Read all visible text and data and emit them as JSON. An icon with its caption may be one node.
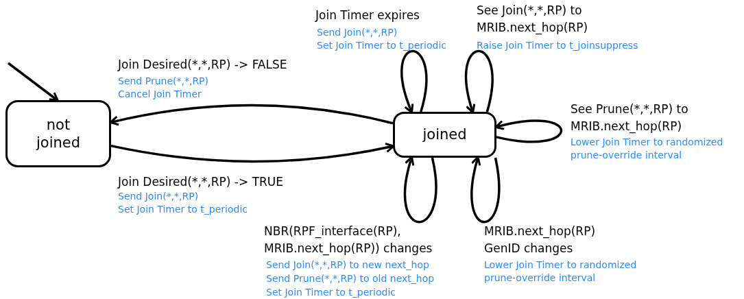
{
  "diagram": {
    "nodes": [
      {
        "text": [
          "not joined"
        ]
      },
      {
        "text": [
          "joined"
        ]
      }
    ],
    "edges": [
      {
        "from": null,
        "to": 0,
        "arrow": "to"
      },
      {
        "from": 1,
        "to": 0,
        "arrow": "to",
        "label": "Join Desired(*,*,RP) -> FALSE"
      },
      {
        "from": 0,
        "to": 1,
        "arrow": "to",
        "label": "Join Desired(*,*,RP) -> TRUE"
      },
      {
        "from": 1,
        "to": 1,
        "arrow": "to",
        "label": "Join Timer expires"
      },
      {
        "from": 1,
        "to": 1,
        "arrow": "to",
        "label": "See Join(*,*,RP) to MRIB.next_hop(RP)"
      },
      {
        "from": 1,
        "to": 1,
        "arrow": "to",
        "label": "See Prune(*,*,RP) to MRIB.next_hop(RP)"
      },
      {
        "from": 1,
        "to": 1,
        "arrow": "to",
        "label": "NBR(RPF_interface(RP), MRIB.next_hop(RP)) changes"
      },
      {
        "from": 1,
        "to": 1,
        "arrow": "to",
        "label": "MRIB.next_hop(RP) GenID changes"
      }
    ],
    "labels": [
      "Send Join(*,*,RP)",
      "Set Join Timer to t_periodic",
      "Raise Join Timer to t_joinsuppress",
      "Send Prune(*,*,RP)",
      "Cancel Join Timer",
      "Lower Join Timer to randomized prune-override interval",
      "Send Join(*,*,RP)",
      "Set Join Timer to t_periodic",
      "Send Join(*,*,RP) to new next_hop",
      "Send Prune(*,*,RP) to old next_hop",
      "Set Join Timer to t_periodic",
      "Lower Join Timer to randomized prune-override interval"
    ]
  }
}
